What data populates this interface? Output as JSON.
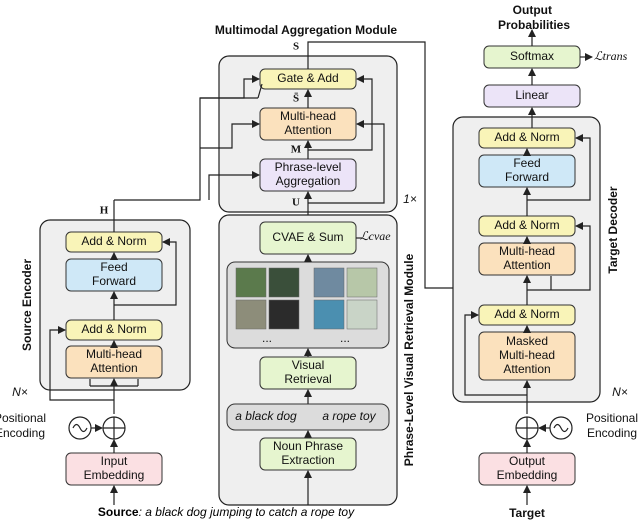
{
  "titles": {
    "aggregation": "Multimodal Aggregation Module",
    "output": "Output Probabilities",
    "source_encoder": "Source Encoder",
    "retrieval": "Phrase-Level Visual Retrieval Module",
    "target_decoder": "Target Decoder"
  },
  "encoder": {
    "add_norm_top": "Add & Norm",
    "feed_forward": "Feed Forward",
    "add_norm_bottom": "Add & Norm",
    "attention": "Multi-head Attention",
    "repeat": "N×",
    "positional": "Positional Encoding",
    "input_embedding": "Input Embedding"
  },
  "aggregation": {
    "gate_add": "Gate & Add",
    "attention": "Multi-head Attention",
    "phrase_aggregation": "Phrase-level Aggregation",
    "repeat": "1×"
  },
  "symbols": {
    "S": "S",
    "S_bar": "S̄",
    "M": "M",
    "U": "U",
    "H": "H"
  },
  "retrieval": {
    "cvae": "CVAE & Sum",
    "cvae_loss": "ℒcvae",
    "image_groups": [
      {
        "ellipsis": "...",
        "colors": [
          "#5b7a4c",
          "#3a4f3a",
          "#8d8d7a",
          "#2b2b2b"
        ]
      },
      {
        "ellipsis": "...",
        "colors": [
          "#6f8aa0",
          "#b7c7a8",
          "#4b8fb0",
          "#c9d4c7"
        ]
      }
    ],
    "visual_retrieval": "Visual Retrieval",
    "phrases": [
      "a black dog",
      "a rope toy"
    ],
    "noun_phrase": "Noun Phrase Extraction"
  },
  "source_label": "Source",
  "source_text": ": a black dog jumping to catch a rope toy",
  "decoder": {
    "softmax": "Softmax",
    "trans_loss": "ℒtrans",
    "linear": "Linear",
    "add_norm_top": "Add & Norm",
    "feed_forward": "Feed Forward",
    "add_norm_mid": "Add & Norm",
    "attention": "Multi-head Attention",
    "add_norm_bottom": "Add & Norm",
    "masked_attention": "Masked Multi-head Attention",
    "repeat": "N×",
    "positional": "Positional Encoding",
    "output_embedding": "Output Embedding"
  },
  "target_label": "Target"
}
